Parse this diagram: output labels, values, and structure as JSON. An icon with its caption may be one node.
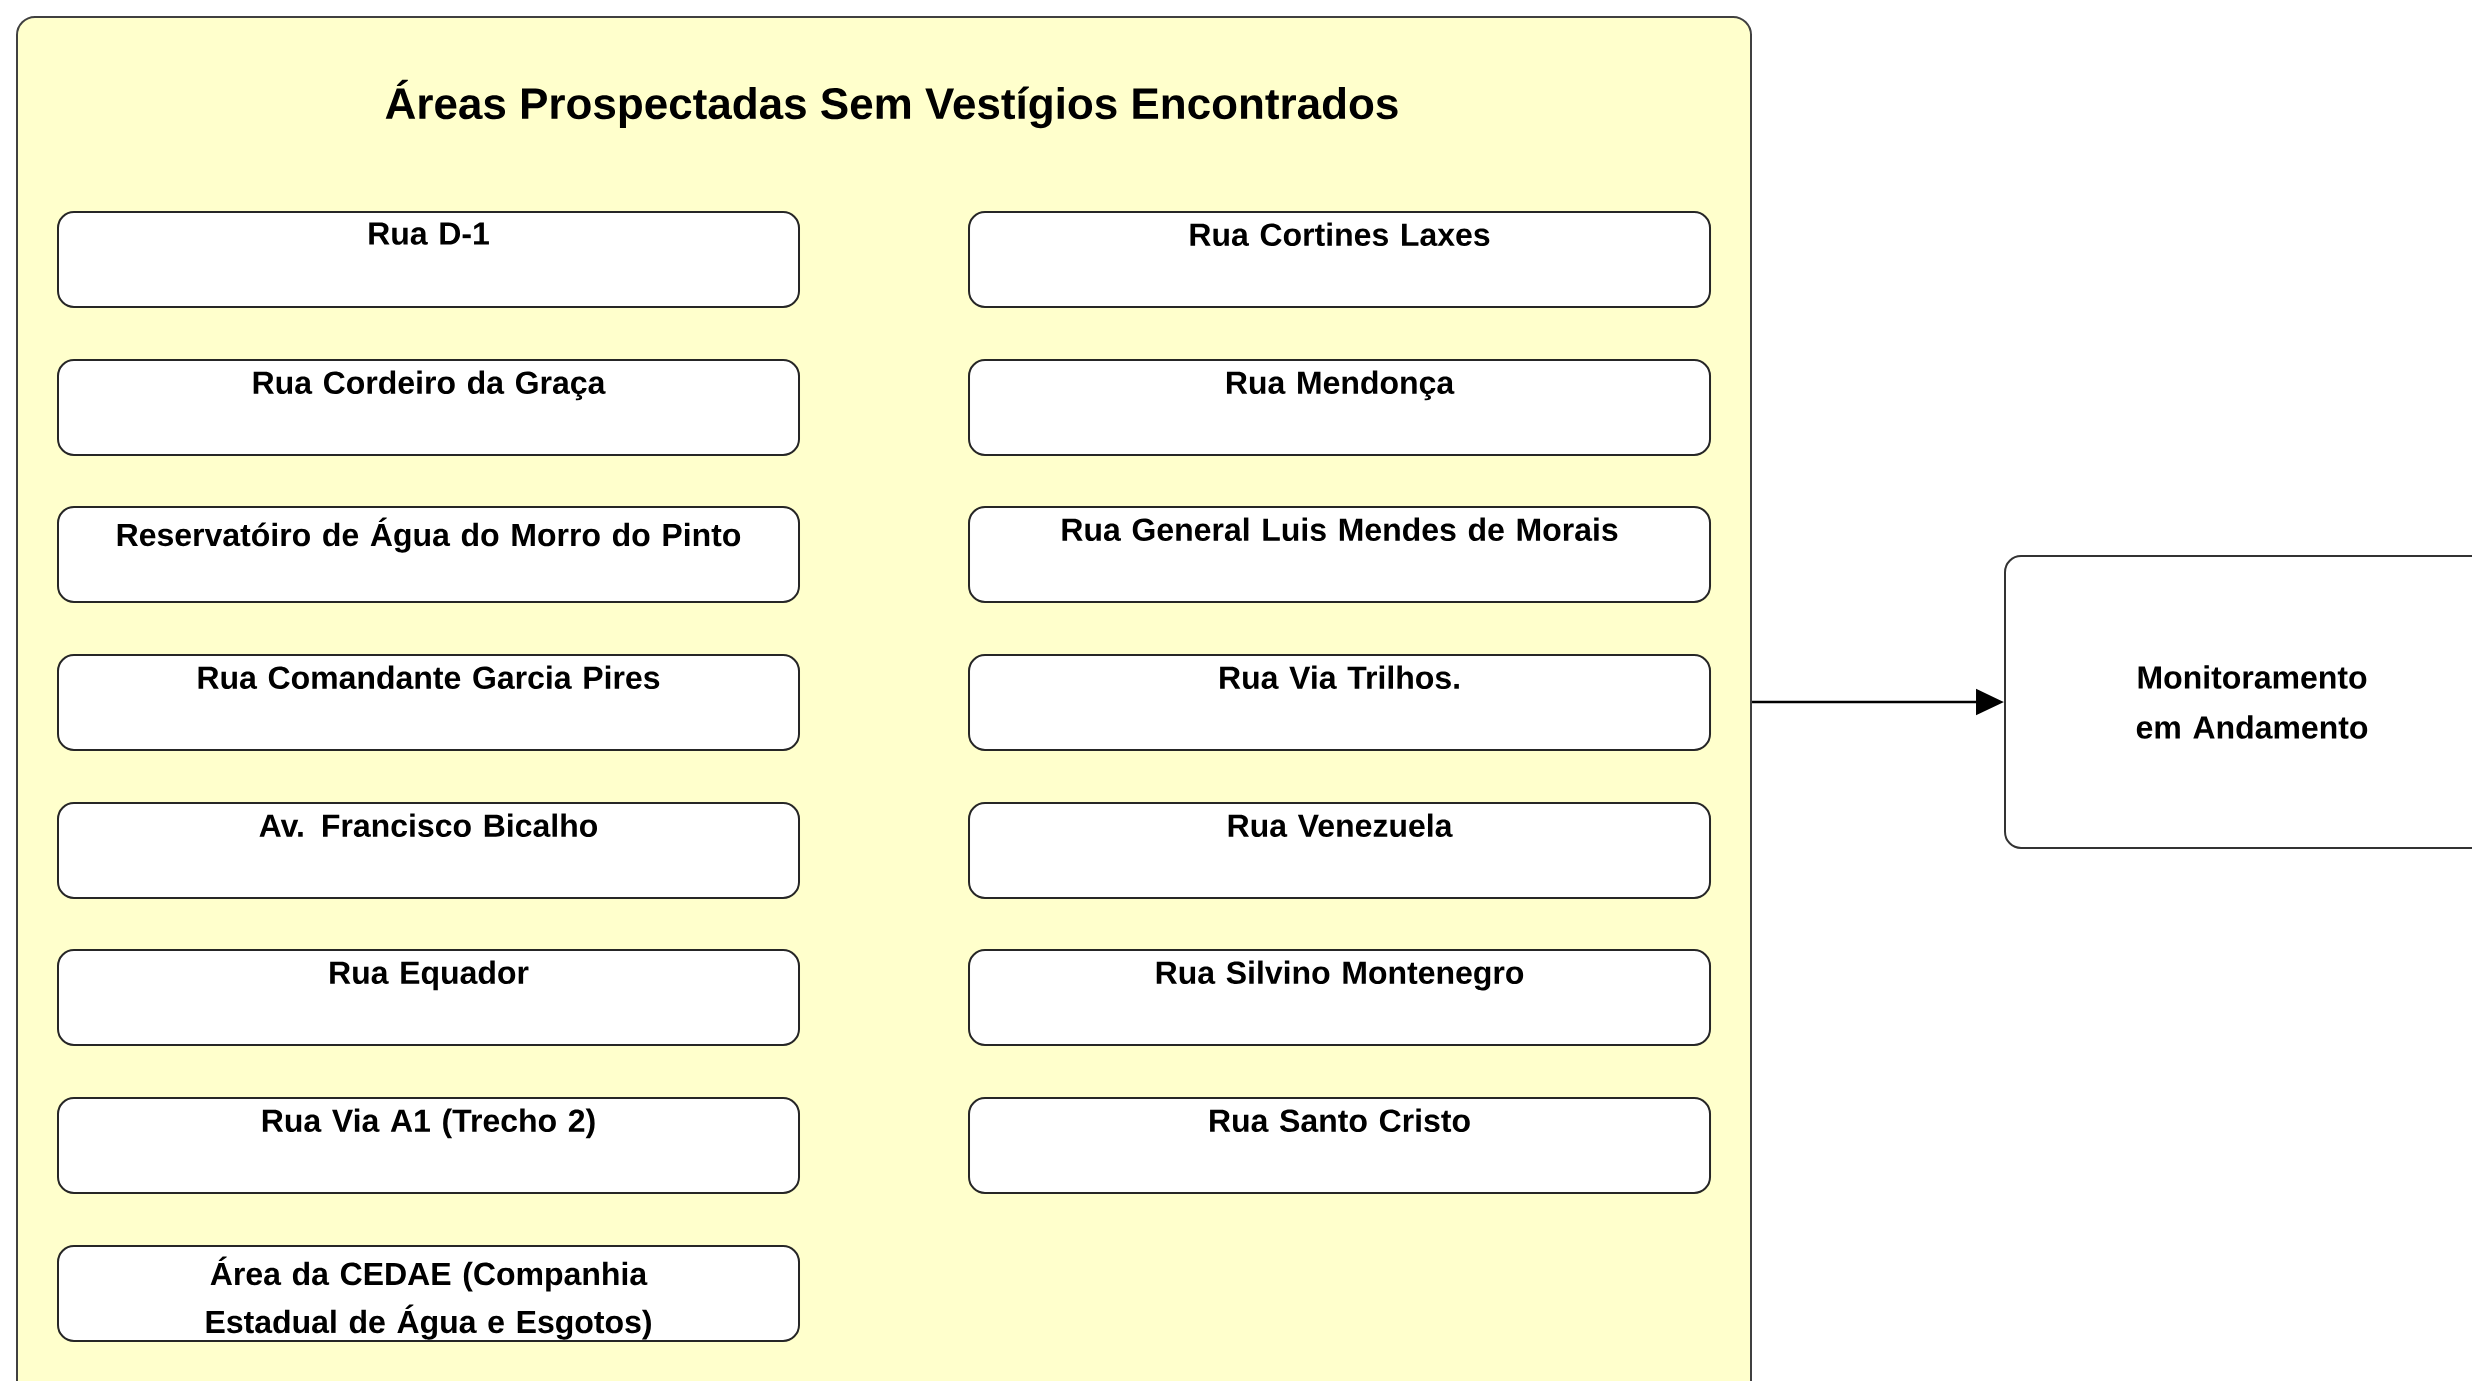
{
  "diagram": {
    "nodes": [
      {
        "text": [
          "Áreas Prospectadas Sem Vestígios Encontrados"
        ]
      },
      {
        "text": [
          "Rua D-1"
        ],
        "in": 0
      },
      {
        "text": [
          "Rua Cortines Laxes"
        ],
        "in": 0
      },
      {
        "text": [
          "Rua Cordeiro da Graça"
        ],
        "in": 0
      },
      {
        "text": [
          "Rua Mendonça"
        ],
        "in": 0
      },
      {
        "text": [
          "Reservatóiro de Água do Morro do Pinto"
        ],
        "in": 0
      },
      {
        "text": [
          "Rua General Luis Mendes de Morais"
        ],
        "in": 0
      },
      {
        "text": [
          "Rua Comandante Garcia Pires"
        ],
        "in": 0
      },
      {
        "text": [
          "Rua Via Trilhos."
        ],
        "in": 0
      },
      {
        "text": [
          "Av. Francisco Bicalho"
        ],
        "in": 0
      },
      {
        "text": [
          "Rua Venezuela"
        ],
        "in": 0
      },
      {
        "text": [
          "Rua Equador"
        ],
        "in": 0
      },
      {
        "text": [
          "Rua Silvino Montenegro"
        ],
        "in": 0
      },
      {
        "text": [
          "Rua Via A1 (Trecho 2)"
        ],
        "in": 0
      },
      {
        "text": [
          "Rua Santo Cristo"
        ],
        "in": 0
      },
      {
        "text": [
          "Área da CEDAE (Companhia Estadual de Água e Esgotos)"
        ],
        "in": 0
      },
      {
        "text": [
          "Monitoramento em Andamento"
        ]
      }
    ],
    "edges": [
      {
        "from": 0,
        "to": 16,
        "arrow": "to"
      }
    ]
  }
}
